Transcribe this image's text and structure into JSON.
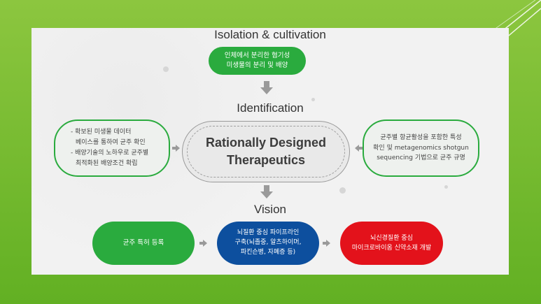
{
  "headings": {
    "isolation": "Isolation & cultivation",
    "identification": "Identification",
    "vision": "Vision"
  },
  "top_box": {
    "line1": "인체에서 분리한 혐기성",
    "line2": "미생물의 분리 및 배양"
  },
  "center": {
    "line1": "Rationally Designed",
    "line2": "Therapeutics"
  },
  "left_box": {
    "line1": "- 확보된 미생물 데이터",
    "line2": "베이스를 통하여 균주 확인",
    "line3": "- 배양기술의 노하우로 균주별",
    "line4": "최적화된 배양조건 확립"
  },
  "right_box": {
    "line1": "균주별 항균활성을 포함한 특성",
    "line2": "확인 및 metagenomics shotgun",
    "line3": "sequencing 기법으로 균주 규명"
  },
  "vision_boxes": {
    "green": "균주 특허 등록",
    "blue_line1": "뇌질환 중심 파이프라인",
    "blue_line2": "구축(뇌졸중, 알츠하이머,",
    "blue_line3": "파킨슨병, 자폐증 등)",
    "red_line1": "뇌신경질환 중심",
    "red_line2": "마이크로바이옴 신약소재 개발"
  },
  "colors": {
    "green": "#2aab3e",
    "blue": "#0d4f9e",
    "red": "#e3121b",
    "arrow": "#9a9a9a"
  }
}
